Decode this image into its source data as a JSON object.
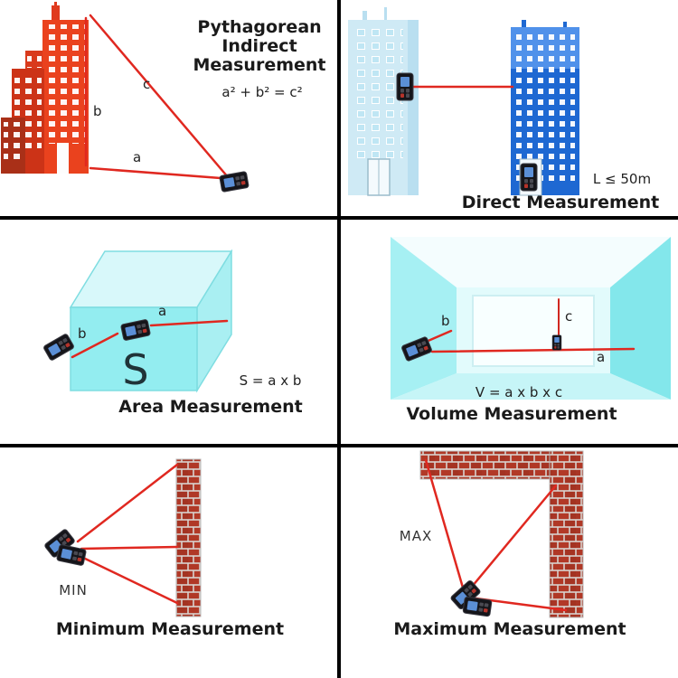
{
  "colors": {
    "laser_red": "#e02820",
    "building_red": "#ea421e",
    "building_dark_blue": "#1e68d2",
    "building_light_blue": "#cfeaf5",
    "box_cyan": "#84ebee",
    "brick_red": "#b03826",
    "text_dark": "#1a1a1a"
  },
  "panels": {
    "pythagorean": {
      "title_lines": [
        "Pythagorean",
        "Indirect",
        "Measurement"
      ],
      "formula": "a² + b² = c²",
      "labels": {
        "a": "a",
        "b": "b",
        "c": "c"
      }
    },
    "direct": {
      "range_note": "L ≤ 50m",
      "title": "Direct Measurement"
    },
    "area": {
      "surface_symbol": "S",
      "formula": "S = a x b",
      "title": "Area Measurement",
      "labels": {
        "a": "a",
        "b": "b"
      }
    },
    "volume": {
      "formula": "V = a x b x c",
      "title": "Volume Measurement",
      "labels": {
        "a": "a",
        "b": "b",
        "c": "c"
      }
    },
    "minimum": {
      "mode_label": "MIN",
      "title": "Minimum Measurement"
    },
    "maximum": {
      "mode_label": "MAX",
      "title": "Maximum Measurement"
    }
  }
}
